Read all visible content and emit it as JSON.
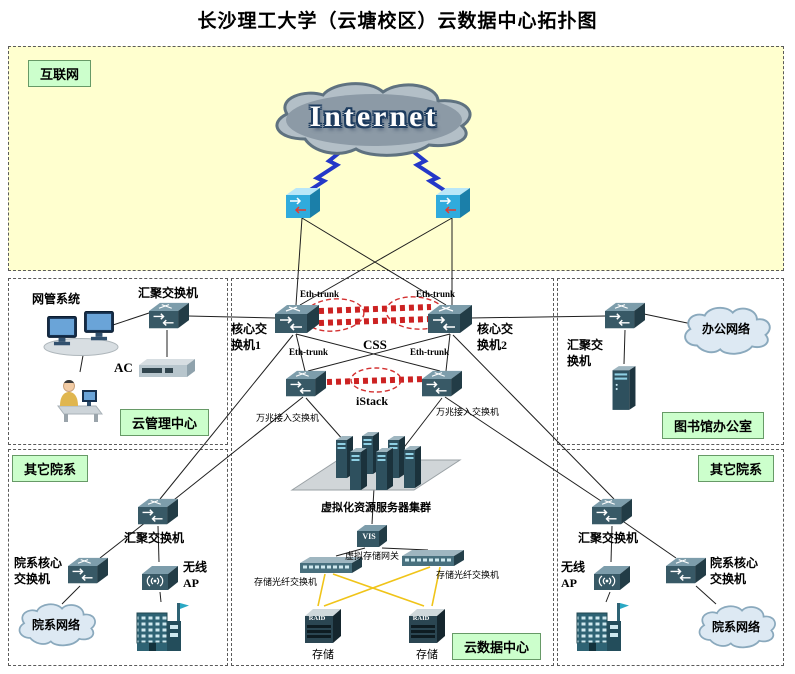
{
  "title": "长沙理工大学（云塘校区）云数据中心拓扑图",
  "zones": {
    "internet": {
      "tag": "互联网"
    },
    "cloud_mgmt": {
      "tag": "云管理中心"
    },
    "library": {
      "tag": "图书馆办公室"
    },
    "dept_left": {
      "tag": "其它院系"
    },
    "dept_right": {
      "tag": "其它院系"
    },
    "datacenter": {
      "tag": "云数据中心"
    }
  },
  "internet": {
    "cloud_text": "Internet"
  },
  "core": {
    "core1_label": "核心交\n换机1",
    "core2_label": "核心交\n换机2",
    "eth_trunk": "Eth-trunk",
    "css_label": "CSS",
    "istack_label": "iStack",
    "access_left_label": "万兆接入交换机",
    "access_right_label": "万兆接入交换机"
  },
  "mgmt": {
    "nms_label": "网管系统",
    "agg_label": "汇聚交换机",
    "ac_label": "AC"
  },
  "library": {
    "agg_label": "汇聚交\n换机",
    "cloud_label": "办公网络"
  },
  "datacenter": {
    "cluster_label": "虚拟化资源服务器集群",
    "vis_label": "VIS",
    "vis_caption": "虚拟存储网关",
    "fiber_left_label": "存储光纤交换机",
    "fiber_right_label": "存储光纤交换机",
    "raid_label": "RAID",
    "storage_left_label": "存储",
    "storage_right_label": "存储"
  },
  "dept_left": {
    "agg_label": "汇聚交换机",
    "core_label": "院系核心\n交换机",
    "ap_label": "无线\nAP",
    "cloud_label": "院系网络"
  },
  "dept_right": {
    "agg_label": "汇聚交换机",
    "core_label": "院系核心\n交换机",
    "ap_label": "无线\nAP",
    "cloud_label": "院系网络"
  },
  "colors": {
    "zone_internet_bg": "#ffffcf",
    "tag_bg": "#ccffcc",
    "trunk_red": "#cc2222",
    "storage_link_yellow": "#f0c419",
    "lightning_blue": "#2438c8"
  }
}
